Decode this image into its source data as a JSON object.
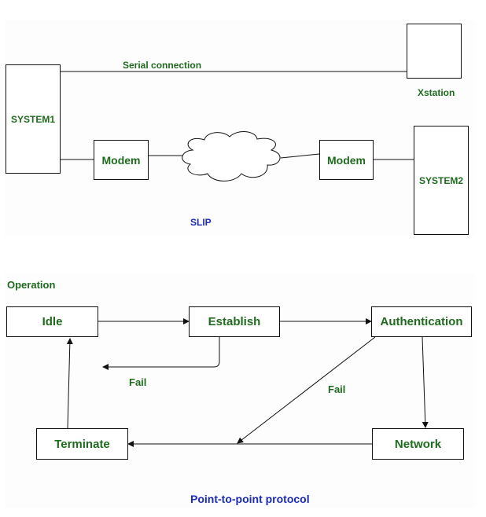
{
  "slip": {
    "system1": "SYSTEM1",
    "system2": "SYSTEM2",
    "xstation": "Xstation",
    "serial_connection": "Serial connection",
    "modem_left": "Modem",
    "modem_right": "Modem",
    "caption": "SLIP"
  },
  "ppp": {
    "operation": "Operation",
    "idle": "Idle",
    "establish": "Establish",
    "authentication": "Authentication",
    "network": "Network",
    "terminate": "Terminate",
    "fail_left": "Fail",
    "fail_right": "Fail",
    "caption": "Point-to-point protocol"
  },
  "colors": {
    "label_green": "#1e6b1e",
    "caption_blue": "#1a2bb8",
    "line": "#111111"
  }
}
